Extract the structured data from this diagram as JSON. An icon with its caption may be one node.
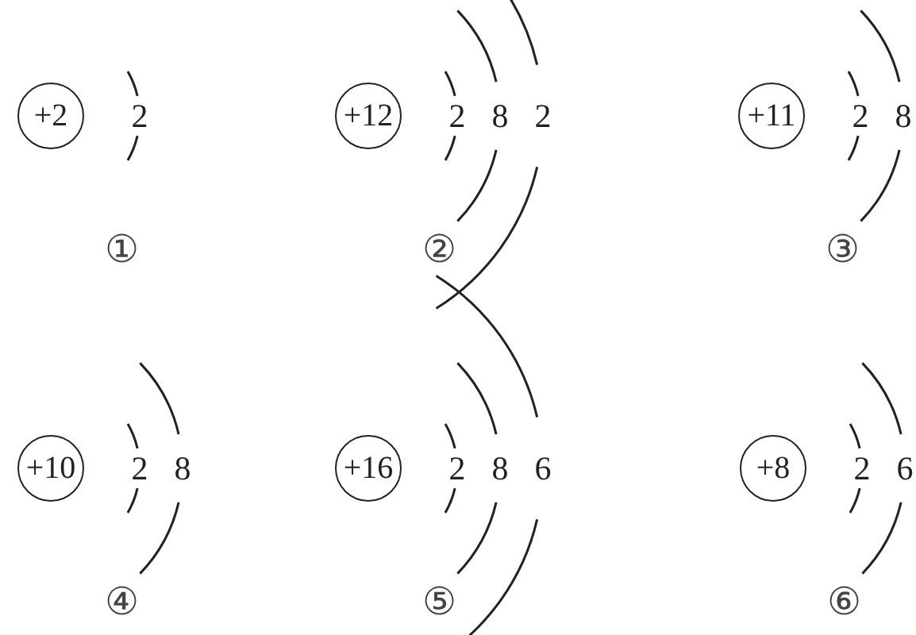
{
  "diagram": {
    "nodes": [
      {
        "text": [
          "+2"
        ],
        "beside": [
          "2"
        ]
      },
      {
        "text": [
          "+12"
        ],
        "beside": [
          "2",
          "8",
          "2"
        ]
      },
      {
        "text": [
          "+11"
        ],
        "beside": [
          "2",
          "8"
        ]
      },
      {
        "text": [
          "+10"
        ],
        "beside": [
          "2",
          "8"
        ]
      },
      {
        "text": [
          "+16"
        ],
        "beside": [
          "2",
          "8",
          "6"
        ]
      },
      {
        "text": [
          "+8"
        ],
        "beside": [
          "2",
          "6"
        ]
      }
    ],
    "edges": [],
    "labels": [
      "①",
      "②",
      "③",
      "④",
      "⑤",
      "⑥"
    ]
  }
}
